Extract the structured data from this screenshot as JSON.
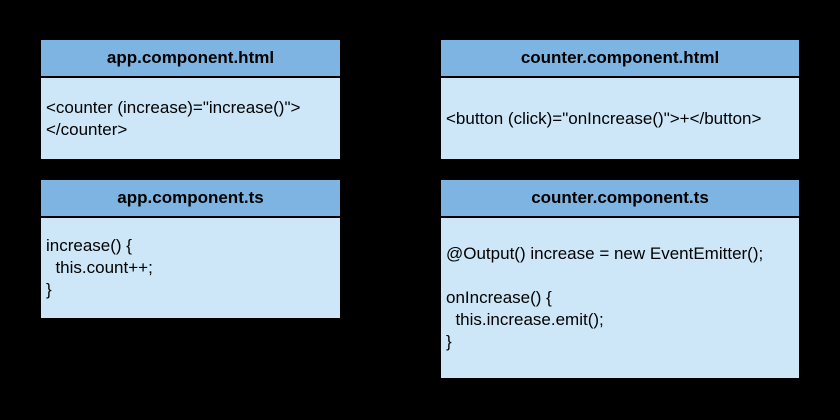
{
  "diagram": {
    "background": "#000000",
    "colors": {
      "header_fill": "#7EB4E2",
      "body_fill": "#CDE7F8",
      "divider": "#000000",
      "text": "#000000"
    },
    "boxes": [
      {
        "title": "app.component.html",
        "code": "<counter (increase)=\"increase()\">\n</counter>"
      },
      {
        "title": "counter.component.html",
        "code": "<button (click)=\"onIncrease()\">+</button>"
      },
      {
        "title": "app.component.ts",
        "code": "increase() {\n  this.count++;\n}"
      },
      {
        "title": "counter.component.ts",
        "code": "@Output() increase = new EventEmitter();\n\nonIncrease() {\n  this.increase.emit();\n}"
      }
    ]
  }
}
